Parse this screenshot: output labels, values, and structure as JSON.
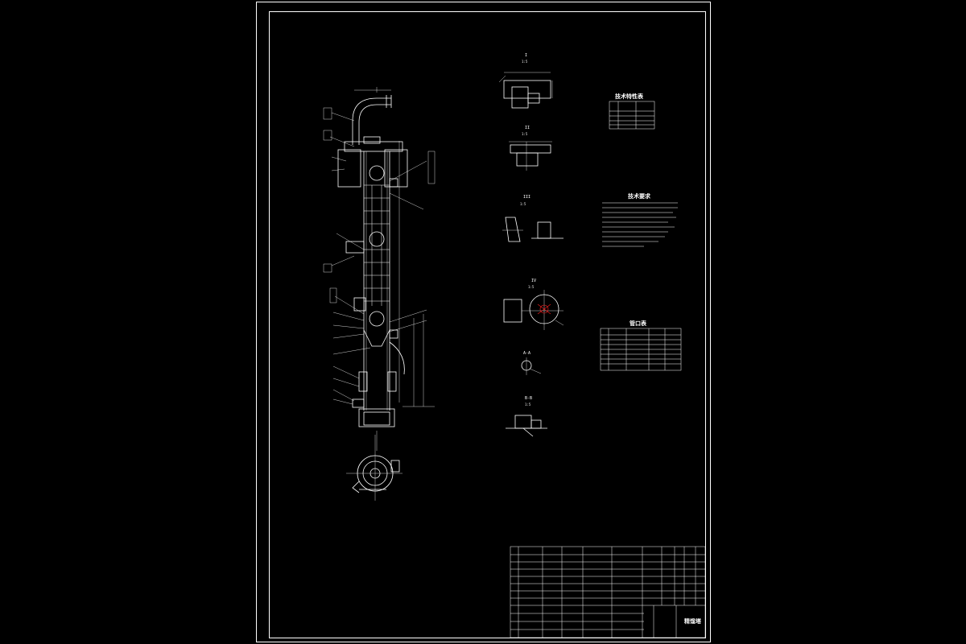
{
  "drawing": {
    "views": {
      "detail_I": "I",
      "detail_I_scale": "1:5",
      "detail_II": "II",
      "detail_II_scale": "1:5",
      "detail_III": "III",
      "detail_III_scale": "1:5",
      "detail_IV": "IV",
      "detail_IV_scale": "1:5",
      "section_A": "A-A",
      "section_B": "B-B",
      "section_B_scale": "1:5"
    },
    "tech_table_title": "技术特性表",
    "tech_req_title": "技术要求",
    "nozzle_table_title": "管口表",
    "title_block_name": "精馏塔"
  },
  "colors": {
    "background": "#000000",
    "line": "#ffffff",
    "highlight": "#ff2020"
  }
}
